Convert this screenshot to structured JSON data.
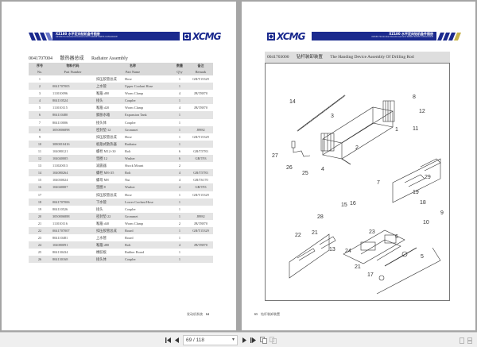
{
  "viewer": {
    "current_page": "69",
    "total_pages": "118",
    "page_indicator": "69 / 118"
  },
  "banner": {
    "title_cn": "XZ180 水平定向钻机备件图册",
    "title_en": "XZ180 Horizontal Directional Drill SPARE PARTS CATALOGUE",
    "logo_text": "XCMG"
  },
  "left_page": {
    "assembly_code": "0041707004",
    "assembly_name_cn": "散热器总成",
    "assembly_name_en": "Radiator Assembly",
    "table": {
      "headers_cn": [
        "序号",
        "物料代码",
        "名称",
        "数量",
        "备注"
      ],
      "headers_en": [
        "No.",
        "Part Number",
        "Part Name",
        "Q'ty",
        "Remark"
      ],
      "rows": [
        {
          "no": "1",
          "pn": "",
          "cn": "扣压胶管总成",
          "en": "Hose",
          "qty": "1",
          "remark": "GB/T15329"
        },
        {
          "no": "2",
          "pn": "0041707005",
          "cn": "上水管",
          "en": "Upper Coolant Hose",
          "qty": "1",
          "remark": ""
        },
        {
          "no": "3",
          "pn": "111010096",
          "cn": "喉箍 d80",
          "en": "Worm Clamp",
          "qty": "4",
          "remark": "JB/T8870"
        },
        {
          "no": "4",
          "pn": "804110524",
          "cn": "接头",
          "en": "Coupler",
          "qty": "1",
          "remark": ""
        },
        {
          "no": "5",
          "pn": "111010115",
          "cn": "喉箍 d20",
          "en": "Worm Clamp",
          "qty": "4",
          "remark": "JB/T8870"
        },
        {
          "no": "6",
          "pn": "804110480",
          "cn": "膨胀水箱",
          "en": "Expansion Tank",
          "qty": "1",
          "remark": ""
        },
        {
          "no": "7",
          "pn": "804110006",
          "cn": "接头体",
          "en": "Coupler",
          "qty": "1",
          "remark": ""
        },
        {
          "no": "8",
          "pn": "3050006898",
          "cn": "密封垫 12",
          "en": "Grommet",
          "qty": "1",
          "remark": "J8982"
        },
        {
          "no": "9",
          "pn": "",
          "cn": "扣压胶管总成",
          "en": "Hose",
          "qty": "1",
          "remark": "GB/T15329"
        },
        {
          "no": "10",
          "pn": "3080010416",
          "cn": "板翅式散热器",
          "en": "Radiator",
          "qty": "1",
          "remark": ""
        },
        {
          "no": "11",
          "pn": "104080121",
          "cn": "螺栓 M12×30",
          "en": "Bolt",
          "qty": "6",
          "remark": "GB/T5783"
        },
        {
          "no": "12",
          "pn": "104040005",
          "cn": "垫圈 12",
          "en": "Washer",
          "qty": "6",
          "remark": "GB/T93"
        },
        {
          "no": "13",
          "pn": "111020013",
          "cn": "减震器",
          "en": "Shock Mount",
          "qty": "2",
          "remark": ""
        },
        {
          "no": "14",
          "pn": "104080264",
          "cn": "螺栓 M8×35",
          "en": "Bolt",
          "qty": "4",
          "remark": "GB/T5783"
        },
        {
          "no": "15",
          "pn": "104030024",
          "cn": "螺母 M8",
          "en": "Nut",
          "qty": "4",
          "remark": "GB/T6170"
        },
        {
          "no": "16",
          "pn": "104040007",
          "cn": "垫圈 8",
          "en": "Washer",
          "qty": "4",
          "remark": "GB/T93"
        },
        {
          "no": "17",
          "pn": "",
          "cn": "扣压胶管总成",
          "en": "Hose",
          "qty": "1",
          "remark": "GB/T15329"
        },
        {
          "no": "18",
          "pn": "0041707006",
          "cn": "下水管",
          "en": "Lower Coolant Hose",
          "qty": "1",
          "remark": ""
        },
        {
          "no": "19",
          "pn": "804110526",
          "cn": "接头",
          "en": "Coupler",
          "qty": "1",
          "remark": ""
        },
        {
          "no": "20",
          "pn": "3050006888",
          "cn": "密封垫 22",
          "en": "Grommet",
          "qty": "1",
          "remark": "J8982"
        },
        {
          "no": "21",
          "pn": "111010116",
          "cn": "喉箍 d40",
          "en": "Worm Clamp",
          "qty": "2",
          "remark": "JB/T8870"
        },
        {
          "no": "22",
          "pn": "0041707007",
          "cn": "扣压胶管总成",
          "en": "Board",
          "qty": "1",
          "remark": "GB/T15329"
        },
        {
          "no": "23",
          "pn": "804110481",
          "cn": "上水管",
          "en": "Board",
          "qty": "1",
          "remark": ""
        },
        {
          "no": "24",
          "pn": "104080091",
          "cn": "喉箍 d80",
          "en": "Bolt",
          "qty": "4",
          "remark": "JB/T8870"
        },
        {
          "no": "25",
          "pn": "804130434",
          "cn": "橡胶板",
          "en": "Rubber Board",
          "qty": "1",
          "remark": ""
        },
        {
          "no": "26",
          "pn": "804130168",
          "cn": "接头体",
          "en": "Coupler",
          "qty": "1",
          "remark": ""
        }
      ]
    },
    "footer_section": "发动机系统",
    "footer_page": "64"
  },
  "right_page": {
    "assembly_code": "0041703000",
    "assembly_name_cn": "钻杆装卸装置",
    "assembly_name_en": "The Handing Device Assembly Of Drilling Rod",
    "callouts": [
      "14",
      "3",
      "1",
      "8",
      "12",
      "11",
      "2",
      "27",
      "26",
      "25",
      "4",
      "29",
      "7",
      "19",
      "18",
      "9",
      "10",
      "15",
      "16",
      "28",
      "21",
      "22",
      "23",
      "6",
      "13",
      "24",
      "5",
      "21",
      "17"
    ],
    "footer_page": "65",
    "footer_section": "钻杆装卸装置"
  },
  "colors": {
    "brand_blue": "#1b2a8e",
    "table_header": "#d8d8d8",
    "row_alt": "#e4e4e4",
    "viewer_bg": "#a5a5a5"
  }
}
